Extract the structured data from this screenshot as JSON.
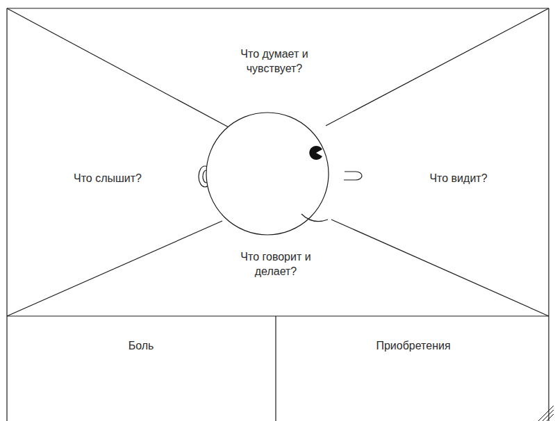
{
  "diagram": {
    "nodes": [
      {
        "text": [
          "Что думает и чувствует?"
        ]
      },
      {
        "text": [
          "Что слышит?"
        ]
      },
      {
        "text": [
          "Что видит?"
        ]
      },
      {
        "text": [
          "Что говорит и делает?"
        ]
      },
      {
        "text": [
          "Боль"
        ]
      },
      {
        "text": [
          "Приобретения"
        ]
      }
    ]
  }
}
